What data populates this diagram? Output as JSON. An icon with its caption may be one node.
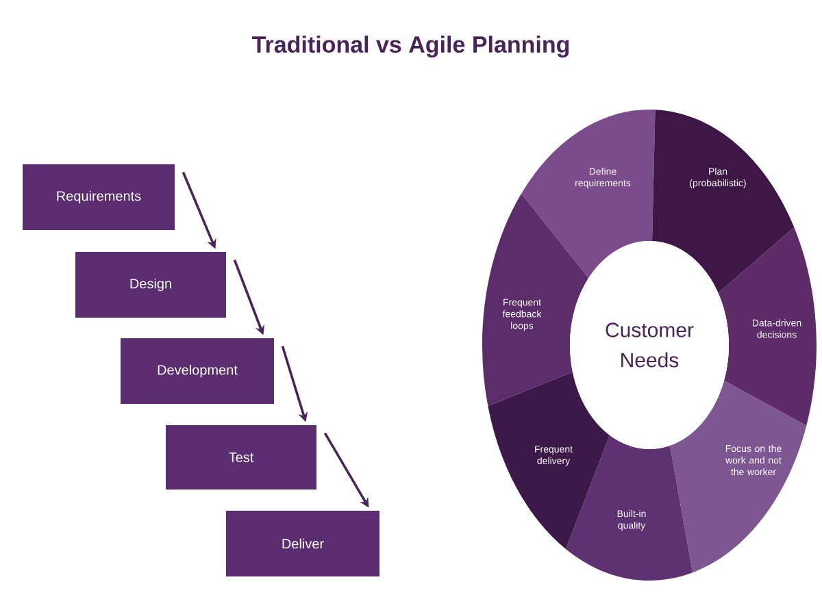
{
  "diagram": {
    "title": "Traditional vs Agile Planning",
    "nodes": [
      {
        "text": [
          "Requirements"
        ]
      },
      {
        "text": [
          "Design"
        ]
      },
      {
        "text": [
          "Development"
        ]
      },
      {
        "text": [
          "Test"
        ]
      },
      {
        "text": [
          "Deliver"
        ]
      },
      {
        "text": [
          "Define requirements"
        ]
      },
      {
        "text": [
          "Plan (probabilistic)"
        ]
      },
      {
        "text": [
          "Data-driven decisions"
        ]
      },
      {
        "text": [
          "Focus on the work and not the worker"
        ]
      },
      {
        "text": [
          "Built-in quality"
        ]
      },
      {
        "text": [
          "Frequent delivery"
        ]
      },
      {
        "text": [
          "Frequent feedback loops"
        ]
      },
      {
        "text": [
          "Customer Needs"
        ]
      }
    ],
    "edges": [
      {
        "from": 0,
        "to": 1,
        "arrow": "to"
      },
      {
        "from": 1,
        "to": 2,
        "arrow": "to"
      },
      {
        "from": 2,
        "to": 3,
        "arrow": "to"
      },
      {
        "from": 3,
        "to": 4,
        "arrow": "to"
      }
    ]
  }
}
